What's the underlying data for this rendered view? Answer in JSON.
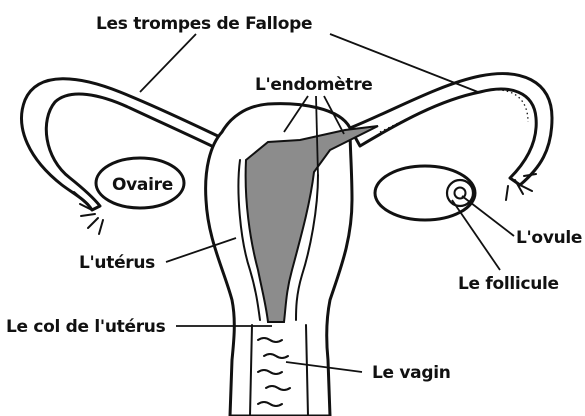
{
  "labels": {
    "fallopian_tubes": "Les trompes de Fallope",
    "endometrium": "L'endomètre",
    "ovary": "Ovaire",
    "uterus": "L'utérus",
    "cervix": "Le col de l'utérus",
    "vagina": "Le vagin",
    "ovum": "L'ovule",
    "follicle": "Le follicule"
  },
  "colors": {
    "endometrium_fill": "#8c8c8c",
    "outline": "#111111",
    "background": "#ffffff"
  }
}
